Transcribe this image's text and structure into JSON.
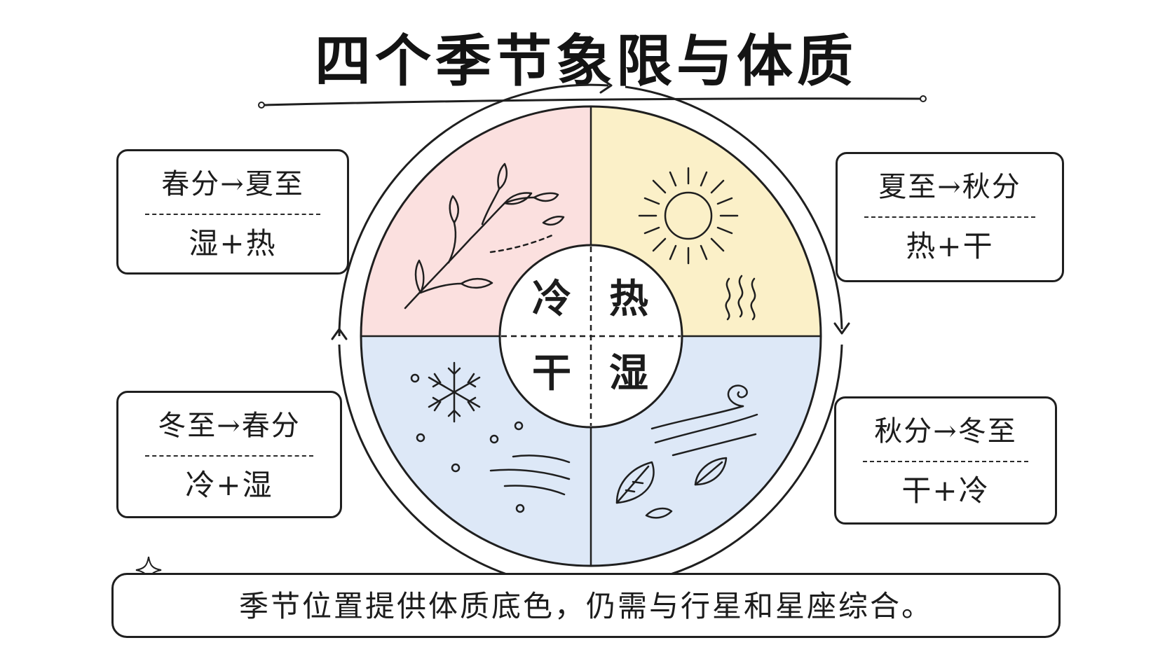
{
  "title": "四个季节象限与体质",
  "quadrant_colors": {
    "spring": "#fbe0df",
    "summer": "#fbf0c8",
    "winter": "#dde8f7",
    "autumn": "#dde8f7"
  },
  "center": {
    "top_left": "冷",
    "top_right": "热",
    "bottom_left": "干",
    "bottom_right": "湿"
  },
  "seasons": [
    {
      "id": "spring",
      "range": "春分→夏至",
      "quality": "湿+热"
    },
    {
      "id": "summer",
      "range": "夏至→秋分",
      "quality": "热+干"
    },
    {
      "id": "winter",
      "range": "冬至→春分",
      "quality": "冷+湿"
    },
    {
      "id": "autumn",
      "range": "秋分→冬至",
      "quality": "干+冷"
    }
  ],
  "icons": {
    "top_left": "sprouting-branch-icon",
    "top_right": "sun-icon",
    "top_right_extra": "heat-waves-icon",
    "bottom_left": "snowflake-icon",
    "bottom_right": "wind-leaves-icon"
  },
  "note": "季节位置提供体质底色，仍需与行星和星座综合。"
}
